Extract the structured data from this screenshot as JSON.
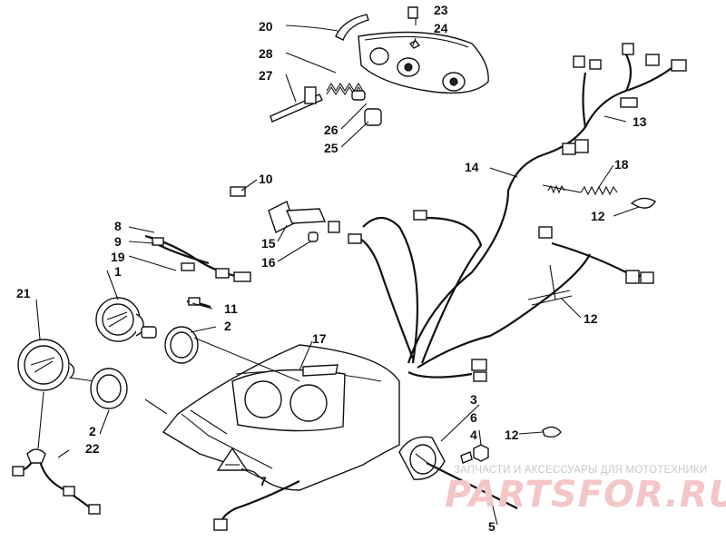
{
  "callouts": {
    "c1": "1",
    "c2a": "2",
    "c2b": "2",
    "c3": "3",
    "c4": "4",
    "c5": "5",
    "c6": "6",
    "c7": "7",
    "c8": "8",
    "c9": "9",
    "c10": "10",
    "c11": "11",
    "c12a": "12",
    "c12b": "12",
    "c12c": "12",
    "c13": "13",
    "c14": "14",
    "c15": "15",
    "c16": "16",
    "c17": "17",
    "c18": "18",
    "c19": "19",
    "c20": "20",
    "c21": "21",
    "c22": "22",
    "c23": "23",
    "c24": "24",
    "c25": "25",
    "c26": "26",
    "c27": "27",
    "c28": "28"
  },
  "watermark": {
    "caption": "ЗАПЧАСТИ И АКСЕССУАРЫ ДЛЯ МОТОТЕХНИКИ",
    "logo": "PARTSFOR.RU"
  }
}
